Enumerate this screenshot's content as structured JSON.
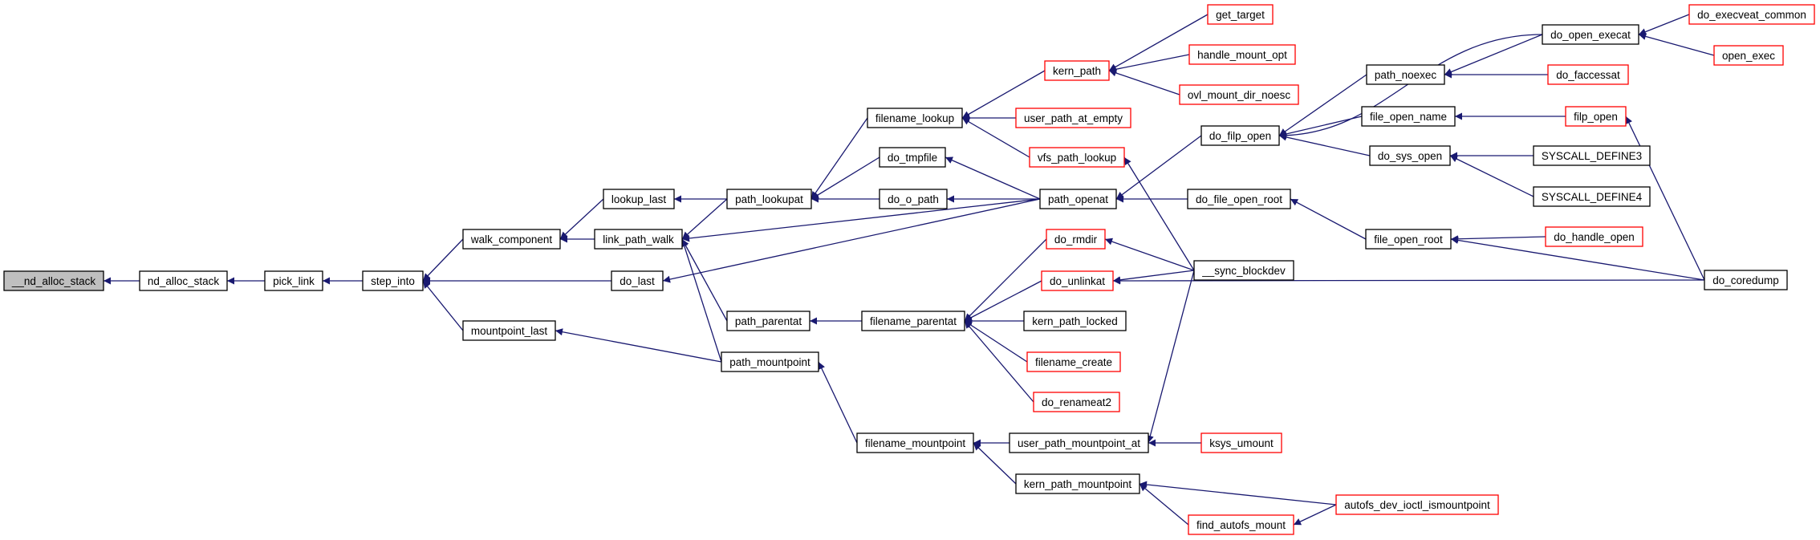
{
  "colors": {
    "edge": "#191970",
    "root_fill": "#bfbfbf",
    "normal_border": "#000000",
    "external_border": "#ff0000",
    "node_fill": "#ffffff",
    "text": "#000000"
  },
  "nodes": [
    {
      "id": "nd_alloc_stack_root",
      "label": "__nd_alloc_stack",
      "kind": "root"
    },
    {
      "id": "nd_alloc_stack",
      "label": "nd_alloc_stack",
      "kind": "normal"
    },
    {
      "id": "pick_link",
      "label": "pick_link",
      "kind": "normal"
    },
    {
      "id": "step_into",
      "label": "step_into",
      "kind": "normal"
    },
    {
      "id": "walk_component",
      "label": "walk_component",
      "kind": "normal"
    },
    {
      "id": "mountpoint_last",
      "label": "mountpoint_last",
      "kind": "normal"
    },
    {
      "id": "lookup_last",
      "label": "lookup_last",
      "kind": "normal"
    },
    {
      "id": "link_path_walk",
      "label": "link_path_walk",
      "kind": "normal"
    },
    {
      "id": "do_last",
      "label": "do_last",
      "kind": "normal"
    },
    {
      "id": "path_lookupat",
      "label": "path_lookupat",
      "kind": "normal"
    },
    {
      "id": "path_parentat",
      "label": "path_parentat",
      "kind": "normal"
    },
    {
      "id": "path_mountpoint",
      "label": "path_mountpoint",
      "kind": "normal"
    },
    {
      "id": "filename_lookup",
      "label": "filename_lookup",
      "kind": "normal"
    },
    {
      "id": "do_tmpfile",
      "label": "do_tmpfile",
      "kind": "normal"
    },
    {
      "id": "do_o_path",
      "label": "do_o_path",
      "kind": "normal"
    },
    {
      "id": "filename_parentat",
      "label": "filename_parentat",
      "kind": "normal"
    },
    {
      "id": "filename_mountpoint",
      "label": "filename_mountpoint",
      "kind": "normal"
    },
    {
      "id": "kern_path",
      "label": "kern_path",
      "kind": "external"
    },
    {
      "id": "user_path_at_empty",
      "label": "user_path_at_empty",
      "kind": "external"
    },
    {
      "id": "vfs_path_lookup",
      "label": "vfs_path_lookup",
      "kind": "external"
    },
    {
      "id": "path_openat",
      "label": "path_openat",
      "kind": "normal"
    },
    {
      "id": "do_rmdir",
      "label": "do_rmdir",
      "kind": "external"
    },
    {
      "id": "do_unlinkat",
      "label": "do_unlinkat",
      "kind": "external"
    },
    {
      "id": "kern_path_locked",
      "label": "kern_path_locked",
      "kind": "normal"
    },
    {
      "id": "filename_create",
      "label": "filename_create",
      "kind": "external"
    },
    {
      "id": "do_renameat2",
      "label": "do_renameat2",
      "kind": "external"
    },
    {
      "id": "user_path_mountpoint_at",
      "label": "user_path_mountpoint_at",
      "kind": "normal"
    },
    {
      "id": "kern_path_mountpoint",
      "label": "kern_path_mountpoint",
      "kind": "normal"
    },
    {
      "id": "get_target",
      "label": "get_target",
      "kind": "external"
    },
    {
      "id": "handle_mount_opt",
      "label": "handle_mount_opt",
      "kind": "external"
    },
    {
      "id": "ovl_mount_dir_noesc",
      "label": "ovl_mount_dir_noesc",
      "kind": "external"
    },
    {
      "id": "do_filp_open",
      "label": "do_filp_open",
      "kind": "normal"
    },
    {
      "id": "do_file_open_root",
      "label": "do_file_open_root",
      "kind": "normal"
    },
    {
      "id": "sync_blockdev",
      "label": "__sync_blockdev",
      "kind": "normal"
    },
    {
      "id": "ksys_umount",
      "label": "ksys_umount",
      "kind": "external"
    },
    {
      "id": "find_autofs_mount",
      "label": "find_autofs_mount",
      "kind": "external"
    },
    {
      "id": "path_noexec",
      "label": "path_noexec",
      "kind": "normal"
    },
    {
      "id": "file_open_name",
      "label": "file_open_name",
      "kind": "normal"
    },
    {
      "id": "do_sys_open",
      "label": "do_sys_open",
      "kind": "normal"
    },
    {
      "id": "file_open_root",
      "label": "file_open_root",
      "kind": "normal"
    },
    {
      "id": "autofs_dev_ioctl_ismountpoint",
      "label": "autofs_dev_ioctl_ismountpoint",
      "kind": "external"
    },
    {
      "id": "do_open_execat",
      "label": "do_open_execat",
      "kind": "normal"
    },
    {
      "id": "do_faccessat",
      "label": "do_faccessat",
      "kind": "external"
    },
    {
      "id": "filp_open",
      "label": "filp_open",
      "kind": "external"
    },
    {
      "id": "syscall_define3",
      "label": "SYSCALL_DEFINE3",
      "kind": "normal"
    },
    {
      "id": "syscall_define4",
      "label": "SYSCALL_DEFINE4",
      "kind": "normal"
    },
    {
      "id": "do_handle_open",
      "label": "do_handle_open",
      "kind": "external"
    },
    {
      "id": "do_coredump",
      "label": "do_coredump",
      "kind": "normal"
    },
    {
      "id": "do_execveat_common",
      "label": "do_execveat_common",
      "kind": "external"
    },
    {
      "id": "open_exec",
      "label": "open_exec",
      "kind": "external"
    }
  ],
  "edges": [
    {
      "from": "nd_alloc_stack",
      "to": "nd_alloc_stack_root"
    },
    {
      "from": "pick_link",
      "to": "nd_alloc_stack"
    },
    {
      "from": "step_into",
      "to": "pick_link"
    },
    {
      "from": "walk_component",
      "to": "step_into"
    },
    {
      "from": "mountpoint_last",
      "to": "step_into"
    },
    {
      "from": "do_last",
      "to": "step_into"
    },
    {
      "from": "lookup_last",
      "to": "walk_component"
    },
    {
      "from": "link_path_walk",
      "to": "walk_component"
    },
    {
      "from": "path_lookupat",
      "to": "lookup_last"
    },
    {
      "from": "path_lookupat",
      "to": "link_path_walk"
    },
    {
      "from": "path_openat",
      "to": "link_path_walk"
    },
    {
      "from": "path_parentat",
      "to": "link_path_walk"
    },
    {
      "from": "path_mountpoint",
      "to": "link_path_walk"
    },
    {
      "from": "path_mountpoint",
      "to": "mountpoint_last"
    },
    {
      "from": "path_openat",
      "to": "do_last"
    },
    {
      "from": "filename_lookup",
      "to": "path_lookupat"
    },
    {
      "from": "do_tmpfile",
      "to": "path_lookupat"
    },
    {
      "from": "do_o_path",
      "to": "path_lookupat"
    },
    {
      "from": "filename_parentat",
      "to": "path_parentat"
    },
    {
      "from": "filename_mountpoint",
      "to": "path_mountpoint"
    },
    {
      "from": "kern_path",
      "to": "filename_lookup"
    },
    {
      "from": "user_path_at_empty",
      "to": "filename_lookup"
    },
    {
      "from": "vfs_path_lookup",
      "to": "filename_lookup"
    },
    {
      "from": "path_openat",
      "to": "do_tmpfile"
    },
    {
      "from": "path_openat",
      "to": "do_o_path"
    },
    {
      "from": "do_rmdir",
      "to": "filename_parentat"
    },
    {
      "from": "do_unlinkat",
      "to": "filename_parentat"
    },
    {
      "from": "kern_path_locked",
      "to": "filename_parentat"
    },
    {
      "from": "filename_create",
      "to": "filename_parentat"
    },
    {
      "from": "do_renameat2",
      "to": "filename_parentat"
    },
    {
      "from": "user_path_mountpoint_at",
      "to": "filename_mountpoint"
    },
    {
      "from": "kern_path_mountpoint",
      "to": "filename_mountpoint"
    },
    {
      "from": "get_target",
      "to": "kern_path"
    },
    {
      "from": "handle_mount_opt",
      "to": "kern_path"
    },
    {
      "from": "ovl_mount_dir_noesc",
      "to": "kern_path"
    },
    {
      "from": "sync_blockdev",
      "to": "vfs_path_lookup"
    },
    {
      "from": "do_filp_open",
      "to": "path_openat"
    },
    {
      "from": "do_file_open_root",
      "to": "path_openat"
    },
    {
      "from": "sync_blockdev",
      "to": "do_rmdir"
    },
    {
      "from": "sync_blockdev",
      "to": "do_unlinkat"
    },
    {
      "from": "do_coredump",
      "to": "do_unlinkat"
    },
    {
      "from": "sync_blockdev",
      "to": "user_path_mountpoint_at"
    },
    {
      "from": "ksys_umount",
      "to": "user_path_mountpoint_at"
    },
    {
      "from": "find_autofs_mount",
      "to": "kern_path_mountpoint"
    },
    {
      "from": "autofs_dev_ioctl_ismountpoint",
      "to": "kern_path_mountpoint"
    },
    {
      "from": "autofs_dev_ioctl_ismountpoint",
      "to": "find_autofs_mount"
    },
    {
      "from": "do_open_execat",
      "to": "do_filp_open"
    },
    {
      "from": "path_noexec",
      "to": "do_filp_open"
    },
    {
      "from": "file_open_name",
      "to": "do_filp_open"
    },
    {
      "from": "do_sys_open",
      "to": "do_filp_open"
    },
    {
      "from": "file_open_root",
      "to": "do_file_open_root"
    },
    {
      "from": "do_open_execat",
      "to": "path_noexec"
    },
    {
      "from": "do_faccessat",
      "to": "path_noexec"
    },
    {
      "from": "filp_open",
      "to": "file_open_name"
    },
    {
      "from": "syscall_define3",
      "to": "do_sys_open"
    },
    {
      "from": "syscall_define4",
      "to": "do_sys_open"
    },
    {
      "from": "do_handle_open",
      "to": "file_open_root"
    },
    {
      "from": "do_coredump",
      "to": "file_open_root"
    },
    {
      "from": "do_execveat_common",
      "to": "do_open_execat"
    },
    {
      "from": "open_exec",
      "to": "do_open_execat"
    },
    {
      "from": "do_coredump",
      "to": "filp_open"
    }
  ]
}
